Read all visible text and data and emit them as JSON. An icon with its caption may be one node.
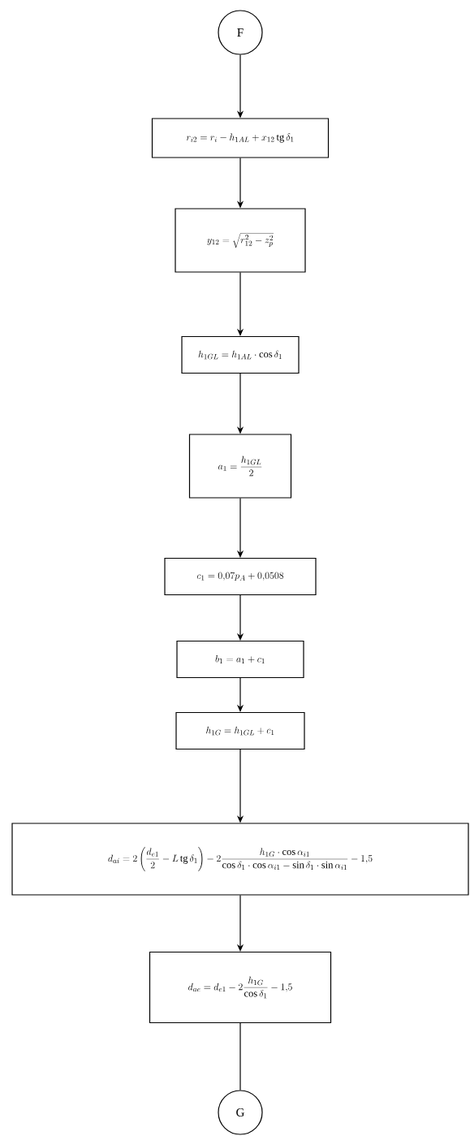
{
  "diagram": {
    "nodes": [
      {
        "text": [
          "F"
        ]
      },
      {
        "text": [
          "r_{i2} = r_i - h_{1AL} + x_{12}\\,\\mathrm{tg}\\,\\delta_1"
        ]
      },
      {
        "text": [
          "y_{12} = \\sqrt{r_{12}^2 - z_p^2}"
        ]
      },
      {
        "text": [
          "h_{1GL} = h_{1AL}\\cdot\\cos\\delta_1"
        ]
      },
      {
        "text": [
          "a_1 = \\frac{h_{1GL}}{2}"
        ]
      },
      {
        "text": [
          "c_1 = 0{,}07p_A + 0{,}0508"
        ]
      },
      {
        "text": [
          "b_1 = a_1 + c_1"
        ]
      },
      {
        "text": [
          "h_{1G} = h_{1GL} + c_1"
        ]
      },
      {
        "text": [
          "d_{ai} = 2\\left(\\frac{d_{e1}}{2} - L\\,\\mathrm{tg}\\,\\delta_1\\right) - 2\\frac{h_{1G}\\cdot\\cos\\alpha_{i1}}{\\cos\\delta_1\\cdot\\cos\\alpha_{i1} - \\sin\\delta_1\\cdot\\sin\\alpha_{i1}} - 1{,}5"
        ]
      },
      {
        "text": [
          "d_{ae} = d_{e1} - 2\\frac{h_{1G}}{\\cos\\delta_1} - 1{,}5"
        ]
      },
      {
        "text": [
          "G"
        ]
      }
    ],
    "edges": [
      {
        "from": 0,
        "to": 1,
        "arrow": "to"
      },
      {
        "from": 1,
        "to": 2,
        "arrow": "to"
      },
      {
        "from": 2,
        "to": 3,
        "arrow": "to"
      },
      {
        "from": 3,
        "to": 4,
        "arrow": "to"
      },
      {
        "from": 4,
        "to": 5,
        "arrow": "to"
      },
      {
        "from": 5,
        "to": 6,
        "arrow": "to"
      },
      {
        "from": 6,
        "to": 7,
        "arrow": "to"
      },
      {
        "from": 7,
        "to": 8,
        "arrow": "to"
      },
      {
        "from": 8,
        "to": 9,
        "arrow": "to"
      },
      {
        "from": 9,
        "to": 10,
        "arrow": "none"
      }
    ]
  }
}
